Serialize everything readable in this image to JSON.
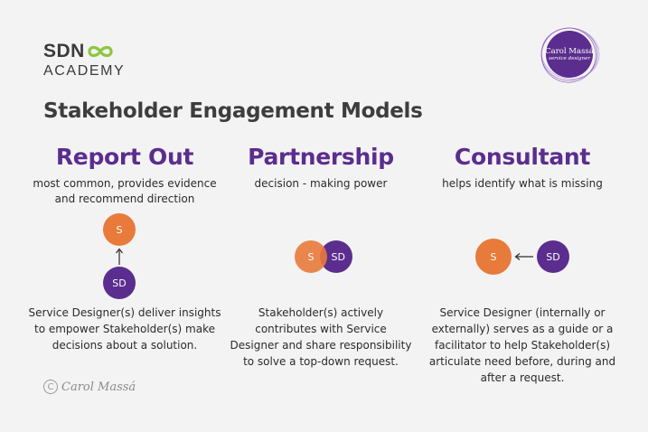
{
  "brand": {
    "logo_main": "SDN",
    "logo_sub": "ACADEMY",
    "infinity_icon": "infinity-icon"
  },
  "badge": {
    "name": "Carol Massá",
    "role": "service designer"
  },
  "title": "Stakeholder Engagement Models",
  "models": [
    {
      "title": "Report Out",
      "subtitle_lines": [
        "most common, provides evidence",
        "and recommend direction"
      ],
      "stakeholder_label": "S",
      "designer_label": "SD",
      "description_lines": [
        "Service Designer(s) deliver insights",
        "to empower Stakeholder(s) make",
        "decisions about a solution."
      ]
    },
    {
      "title": "Partnership",
      "subtitle_lines": [
        "decision - making power"
      ],
      "stakeholder_label": "S",
      "designer_label": "SD",
      "description_lines": [
        "Stakeholder(s) actively",
        "contributes with Service",
        "Designer and share responsibility",
        "to solve a top-down request."
      ]
    },
    {
      "title": "Consultant",
      "subtitle_lines": [
        "helps identify what is missing"
      ],
      "stakeholder_label": "S",
      "designer_label": "SD",
      "description_lines": [
        "Service Designer (internally or",
        "externally) serves as a guide or a",
        "facilitator to help Stakeholder(s)",
        "articulate need before, during and",
        "after a request."
      ]
    }
  ],
  "credit": {
    "symbol": "C",
    "name": "Carol Massá"
  },
  "colors": {
    "stakeholder": "#e87a3b",
    "designer": "#5b2d8e",
    "title": "#5b2d8e",
    "background": "#f3f3f3"
  }
}
